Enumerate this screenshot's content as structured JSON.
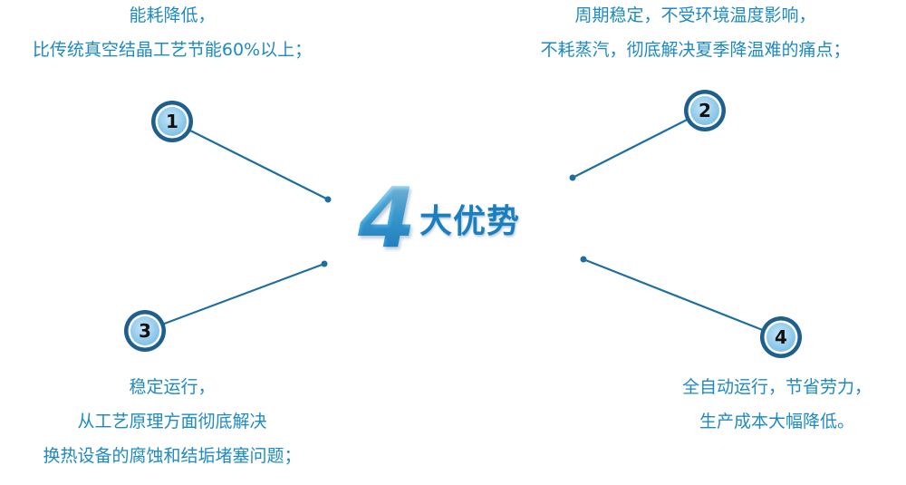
{
  "center": {
    "number": "4",
    "title": "大优势"
  },
  "advantages": [
    {
      "badge": "1",
      "lines": [
        "能耗降低，",
        "比传统真空结晶工艺节能60%以上；"
      ]
    },
    {
      "badge": "2",
      "lines": [
        "周期稳定，不受环境温度影响，",
        "不耗蒸汽，彻底解决夏季降温难的痛点；"
      ]
    },
    {
      "badge": "3",
      "lines": [
        "稳定运行，",
        "从工艺原理方面彻底解决",
        "换热设备的腐蚀和结垢堵塞问题；"
      ]
    },
    {
      "badge": "4",
      "lines": [
        "全自动运行，节省劳力，",
        "生产成本大幅降低。"
      ]
    }
  ],
  "colors": {
    "text": "#1e8ac0",
    "connector": "#1e6fa0",
    "badge_fill": "#8fcaeb",
    "badge_ring": "#1d5f8f"
  }
}
